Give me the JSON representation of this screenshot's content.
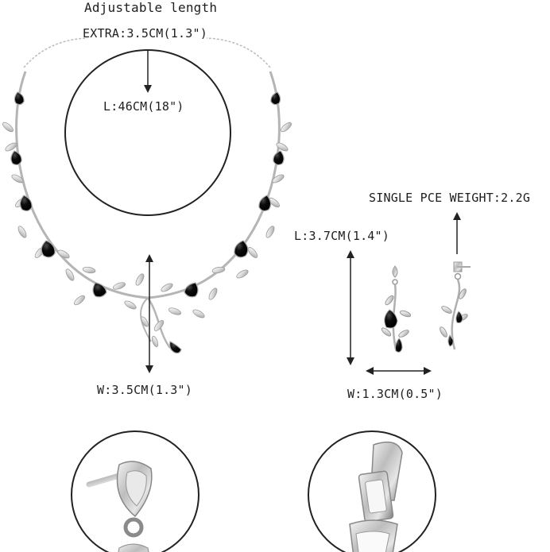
{
  "labels": {
    "adjustable": "Adjustable length",
    "extra": "EXTRA:3.5CM(1.3\")",
    "necklace_length": "L:46CM(18\")",
    "pendant_width": "W:3.5CM(1.3\")",
    "weight": "SINGLE PCE WEIGHT:2.2G",
    "earring_length": "L:3.7CM(1.4\")",
    "earring_width": "W:1.3CM(0.5\")"
  },
  "colors": {
    "background": "#ffffff",
    "silver": "#c9c9c9",
    "silver_dark": "#8f8f8f",
    "stone_black": "#0c0c0c",
    "line": "#222222"
  }
}
